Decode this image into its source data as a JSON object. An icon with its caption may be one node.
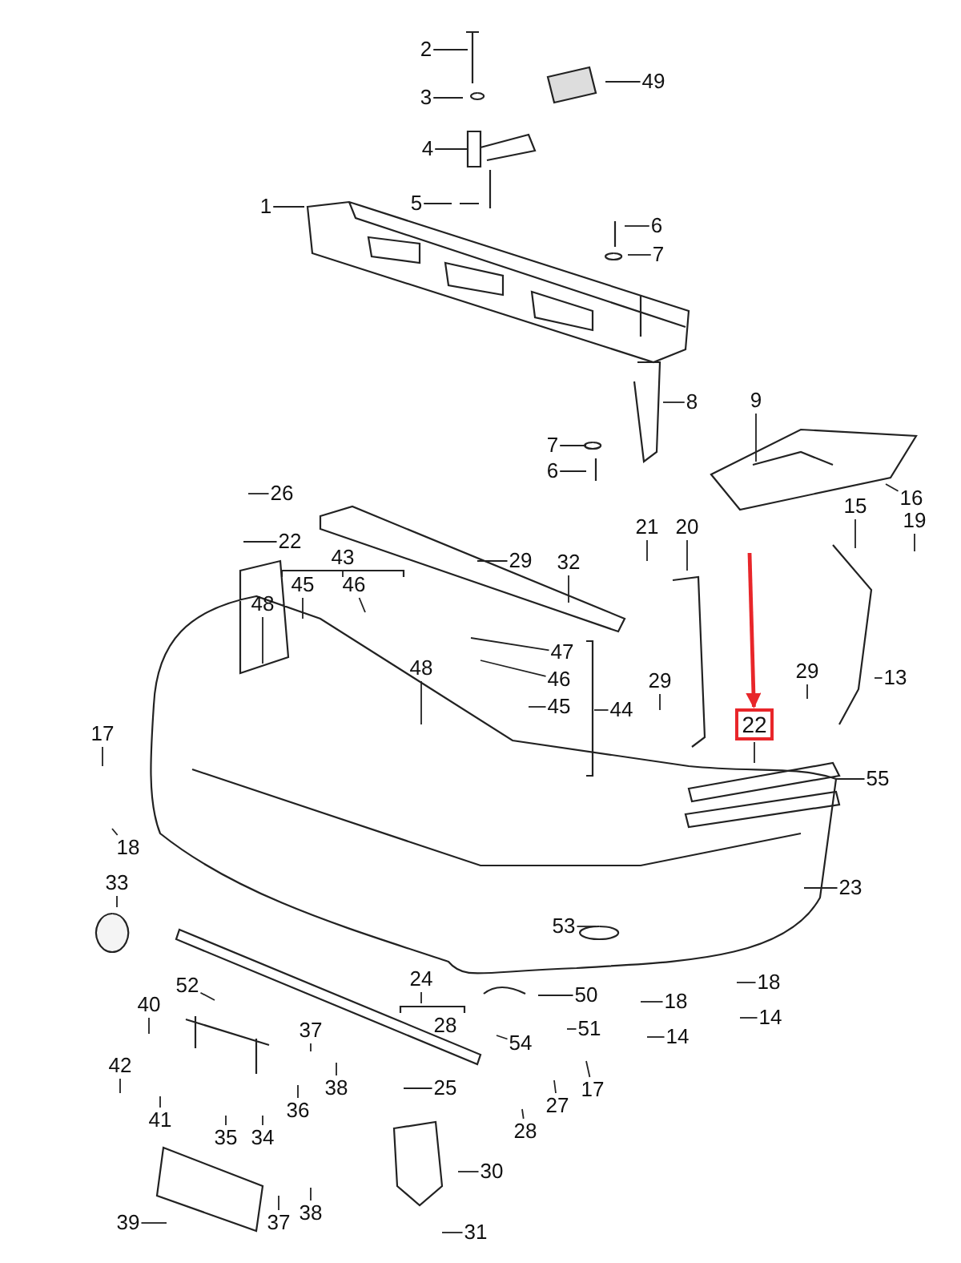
{
  "diagram": {
    "nodes": [
      {
        "text": [
          "2"
        ]
      },
      {
        "text": [
          "3"
        ]
      },
      {
        "text": [
          "4"
        ]
      },
      {
        "text": [
          "5"
        ]
      },
      {
        "text": [
          "1"
        ]
      },
      {
        "text": [
          "49"
        ]
      },
      {
        "text": [
          "6"
        ]
      },
      {
        "text": [
          "7"
        ]
      },
      {
        "text": [
          "8"
        ]
      },
      {
        "text": [
          "9"
        ]
      },
      {
        "text": [
          "7"
        ]
      },
      {
        "text": [
          "6"
        ]
      },
      {
        "text": [
          "26"
        ]
      },
      {
        "text": [
          "22"
        ]
      },
      {
        "text": [
          "43"
        ]
      },
      {
        "text": [
          "45"
        ]
      },
      {
        "text": [
          "46"
        ]
      },
      {
        "text": [
          "48"
        ]
      },
      {
        "text": [
          "29"
        ]
      },
      {
        "text": [
          "32"
        ]
      },
      {
        "text": [
          "47"
        ]
      },
      {
        "text": [
          "46"
        ]
      },
      {
        "text": [
          "45"
        ]
      },
      {
        "text": [
          "44"
        ]
      },
      {
        "text": [
          "48"
        ]
      },
      {
        "text": [
          "21"
        ]
      },
      {
        "text": [
          "20"
        ]
      },
      {
        "text": [
          "15"
        ]
      },
      {
        "text": [
          "16"
        ]
      },
      {
        "text": [
          "19"
        ]
      },
      {
        "text": [
          "13"
        ]
      },
      {
        "text": [
          "29"
        ]
      },
      {
        "text": [
          "29"
        ]
      },
      {
        "text": [
          "22"
        ]
      },
      {
        "text": [
          "55"
        ]
      },
      {
        "text": [
          "17"
        ]
      },
      {
        "text": [
          "18"
        ]
      },
      {
        "text": [
          "33"
        ]
      },
      {
        "text": [
          "23"
        ]
      },
      {
        "text": [
          "53"
        ]
      },
      {
        "text": [
          "18"
        ]
      },
      {
        "text": [
          "18"
        ]
      },
      {
        "text": [
          "14"
        ]
      },
      {
        "text": [
          "14"
        ]
      },
      {
        "text": [
          "52"
        ]
      },
      {
        "text": [
          "24"
        ]
      },
      {
        "text": [
          "28"
        ]
      },
      {
        "text": [
          "50"
        ]
      },
      {
        "text": [
          "51"
        ]
      },
      {
        "text": [
          "54"
        ]
      },
      {
        "text": [
          "40"
        ]
      },
      {
        "text": [
          "37"
        ]
      },
      {
        "text": [
          "42"
        ]
      },
      {
        "text": [
          "38"
        ]
      },
      {
        "text": [
          "25"
        ]
      },
      {
        "text": [
          "27"
        ]
      },
      {
        "text": [
          "17"
        ]
      },
      {
        "text": [
          "36"
        ]
      },
      {
        "text": [
          "41"
        ]
      },
      {
        "text": [
          "35"
        ]
      },
      {
        "text": [
          "34"
        ]
      },
      {
        "text": [
          "28"
        ]
      },
      {
        "text": [
          "30"
        ]
      },
      {
        "text": [
          "37"
        ]
      },
      {
        "text": [
          "38"
        ]
      },
      {
        "text": [
          "39"
        ]
      },
      {
        "text": [
          "31"
        ]
      }
    ],
    "edges": [
      {
        "from": 0,
        "to": null,
        "arrow": "none"
      },
      {
        "from": 1,
        "to": null,
        "arrow": "none"
      },
      {
        "from": 2,
        "to": null,
        "arrow": "none"
      },
      {
        "from": 3,
        "to": null,
        "arrow": "none"
      },
      {
        "from": 4,
        "to": null,
        "arrow": "none"
      },
      {
        "from": 5,
        "to": null,
        "arrow": "none"
      },
      {
        "from": 6,
        "to": null,
        "arrow": "none"
      },
      {
        "from": 7,
        "to": null,
        "arrow": "none"
      },
      {
        "from": 8,
        "to": null,
        "arrow": "none"
      },
      {
        "from": 9,
        "to": null,
        "arrow": "none"
      },
      {
        "from": 10,
        "to": null,
        "arrow": "none"
      },
      {
        "from": 11,
        "to": null,
        "arrow": "none"
      },
      {
        "from": 12,
        "to": null,
        "arrow": "none"
      },
      {
        "from": 13,
        "to": null,
        "arrow": "none"
      },
      {
        "from": 14,
        "to": null,
        "arrow": "none"
      },
      {
        "from": 15,
        "to": null,
        "arrow": "none"
      },
      {
        "from": 16,
        "to": null,
        "arrow": "none"
      },
      {
        "from": 17,
        "to": null,
        "arrow": "none"
      },
      {
        "from": 18,
        "to": null,
        "arrow": "none"
      },
      {
        "from": 19,
        "to": null,
        "arrow": "none"
      },
      {
        "from": 20,
        "to": null,
        "arrow": "none"
      },
      {
        "from": 21,
        "to": null,
        "arrow": "none"
      },
      {
        "from": 22,
        "to": null,
        "arrow": "none"
      },
      {
        "from": 23,
        "to": null,
        "arrow": "none"
      },
      {
        "from": 24,
        "to": null,
        "arrow": "none"
      },
      {
        "from": 25,
        "to": null,
        "arrow": "none"
      },
      {
        "from": 26,
        "to": null,
        "arrow": "none"
      },
      {
        "from": 27,
        "to": null,
        "arrow": "none"
      },
      {
        "from": 28,
        "to": null,
        "arrow": "none"
      },
      {
        "from": 29,
        "to": null,
        "arrow": "none"
      },
      {
        "from": 30,
        "to": null,
        "arrow": "none"
      },
      {
        "from": 31,
        "to": null,
        "arrow": "none"
      },
      {
        "from": 32,
        "to": null,
        "arrow": "none"
      },
      {
        "from": 33,
        "to": null,
        "arrow": "none"
      },
      {
        "from": 34,
        "to": null,
        "arrow": "none"
      },
      {
        "from": 35,
        "to": null,
        "arrow": "none"
      },
      {
        "from": 36,
        "to": null,
        "arrow": "none"
      },
      {
        "from": 37,
        "to": null,
        "arrow": "none"
      },
      {
        "from": 38,
        "to": null,
        "arrow": "none"
      },
      {
        "from": 39,
        "to": null,
        "arrow": "none"
      },
      {
        "from": 40,
        "to": null,
        "arrow": "none"
      },
      {
        "from": 41,
        "to": null,
        "arrow": "none"
      },
      {
        "from": 42,
        "to": null,
        "arrow": "none"
      },
      {
        "from": 43,
        "to": null,
        "arrow": "none"
      },
      {
        "from": 44,
        "to": null,
        "arrow": "none"
      },
      {
        "from": 45,
        "to": null,
        "arrow": "none"
      },
      {
        "from": 47,
        "to": null,
        "arrow": "none"
      },
      {
        "from": 48,
        "to": null,
        "arrow": "none"
      },
      {
        "from": 49,
        "to": null,
        "arrow": "none"
      },
      {
        "from": 50,
        "to": null,
        "arrow": "none"
      },
      {
        "from": 51,
        "to": null,
        "arrow": "none"
      },
      {
        "from": 52,
        "to": null,
        "arrow": "none"
      },
      {
        "from": 53,
        "to": null,
        "arrow": "none"
      },
      {
        "from": 54,
        "to": null,
        "arrow": "none"
      },
      {
        "from": 55,
        "to": null,
        "arrow": "none"
      },
      {
        "from": 56,
        "to": null,
        "arrow": "none"
      },
      {
        "from": 57,
        "to": null,
        "arrow": "none"
      },
      {
        "from": 58,
        "to": null,
        "arrow": "none"
      },
      {
        "from": 59,
        "to": null,
        "arrow": "none"
      },
      {
        "from": 60,
        "to": null,
        "arrow": "none"
      },
      {
        "from": 61,
        "to": null,
        "arrow": "none"
      },
      {
        "from": 62,
        "to": null,
        "arrow": "none"
      },
      {
        "from": 63,
        "to": null,
        "arrow": "none"
      },
      {
        "from": 64,
        "to": null,
        "arrow": "none"
      },
      {
        "from": 65,
        "to": null,
        "arrow": "none"
      },
      {
        "from": 66,
        "to": null,
        "arrow": "none"
      },
      {
        "from": null,
        "to": 33,
        "arrow": "to",
        "style": "thick",
        "color": "#e8262a"
      }
    ]
  }
}
